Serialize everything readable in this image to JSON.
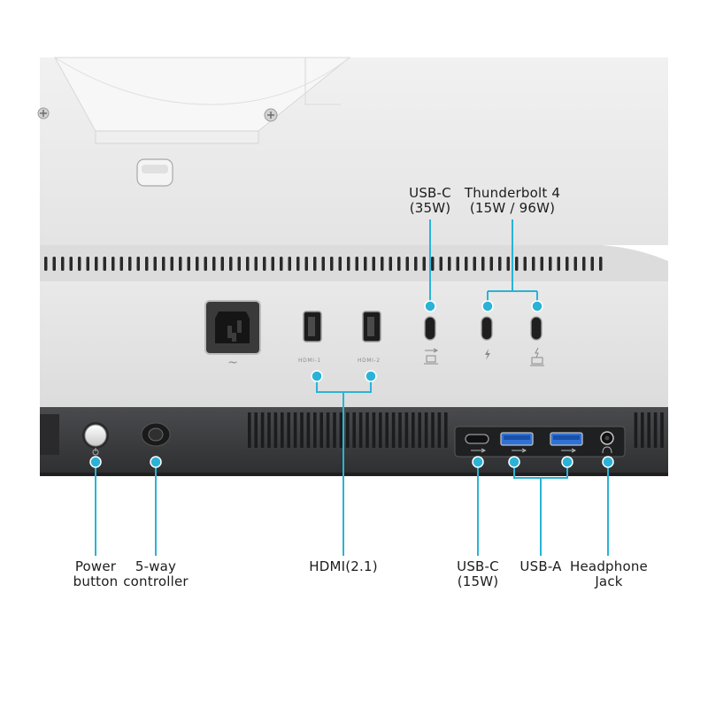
{
  "labels": {
    "usbc_top": [
      "USB-C",
      "(35W)"
    ],
    "thunderbolt": [
      "Thunderbolt 4",
      "(15W / 96W)"
    ],
    "power_button": [
      "Power",
      "button"
    ],
    "controller": [
      "5-way",
      "controller"
    ],
    "hdmi": "HDMI(2.1)",
    "usbc_bottom": [
      "USB-C",
      "(15W)"
    ],
    "usba": "USB-A",
    "headphone": [
      "Headphone",
      "Jack"
    ]
  },
  "port_marks": {
    "hdmi1": "HDMI-1",
    "hdmi2": "HDMI-2",
    "ac": "~"
  },
  "colors": {
    "callout": "#2ab3d6",
    "monitor_body": "#ececec",
    "bottom_panel": "#3a3b3d",
    "usb_a_blue": "#2f72d6"
  },
  "icons": {
    "usb_laptop": "usb-laptop-icon",
    "thunderbolt": "thunderbolt-icon",
    "thunderbolt_laptop": "thunderbolt-laptop-icon",
    "usb_symbol": "usb-icon",
    "power_symbol": "power-icon",
    "headphone_symbol": "headphone-icon"
  }
}
